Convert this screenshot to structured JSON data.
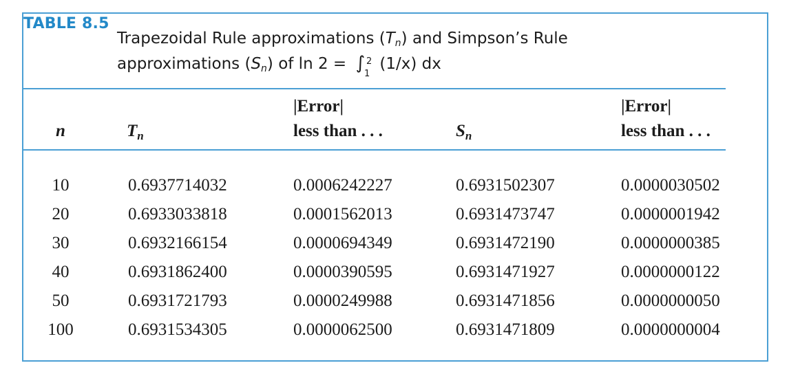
{
  "caption": {
    "label": "TABLE 8.5",
    "line1_a": "Trapezoidal Rule approximations (",
    "line1_var": "T",
    "line1_sub": "n",
    "line1_b": ") and Simpson’s Rule",
    "line2_a": "approximations (",
    "line2_var": "S",
    "line2_sub": "n",
    "line2_b": ") of ln 2 = ",
    "integral_sign": "∫",
    "integral_upper": "2",
    "integral_lower": "1",
    "integrand": " (1/x) dx"
  },
  "table": {
    "headers": {
      "n": "n",
      "tn_var": "T",
      "tn_sub": "n",
      "err1_line1": "|Error|",
      "err1_line2": "less than . . .",
      "sn_var": "S",
      "sn_sub": "n",
      "err2_line1": "|Error|",
      "err2_line2": "less than . . ."
    },
    "rows": [
      {
        "n": "10",
        "tn": "0.6937714032",
        "err_t": "0.0006242227",
        "sn": "0.6931502307",
        "err_s": "0.0000030502"
      },
      {
        "n": "20",
        "tn": "0.6933033818",
        "err_t": "0.0001562013",
        "sn": "0.6931473747",
        "err_s": "0.0000001942"
      },
      {
        "n": "30",
        "tn": "0.6932166154",
        "err_t": "0.0000694349",
        "sn": "0.6931472190",
        "err_s": "0.0000000385"
      },
      {
        "n": "40",
        "tn": "0.6931862400",
        "err_t": "0.0000390595",
        "sn": "0.6931471927",
        "err_s": "0.0000000122"
      },
      {
        "n": "50",
        "tn": "0.6931721793",
        "err_t": "0.0000249988",
        "sn": "0.6931471856",
        "err_s": "0.0000000050"
      },
      {
        "n": "100",
        "tn": "0.6931534305",
        "err_t": "0.0000062500",
        "sn": "0.6931471809",
        "err_s": "0.0000000004"
      }
    ]
  },
  "colors": {
    "accent": "#2389c8",
    "border": "#4a9fd4",
    "text": "#1c1c1c"
  }
}
